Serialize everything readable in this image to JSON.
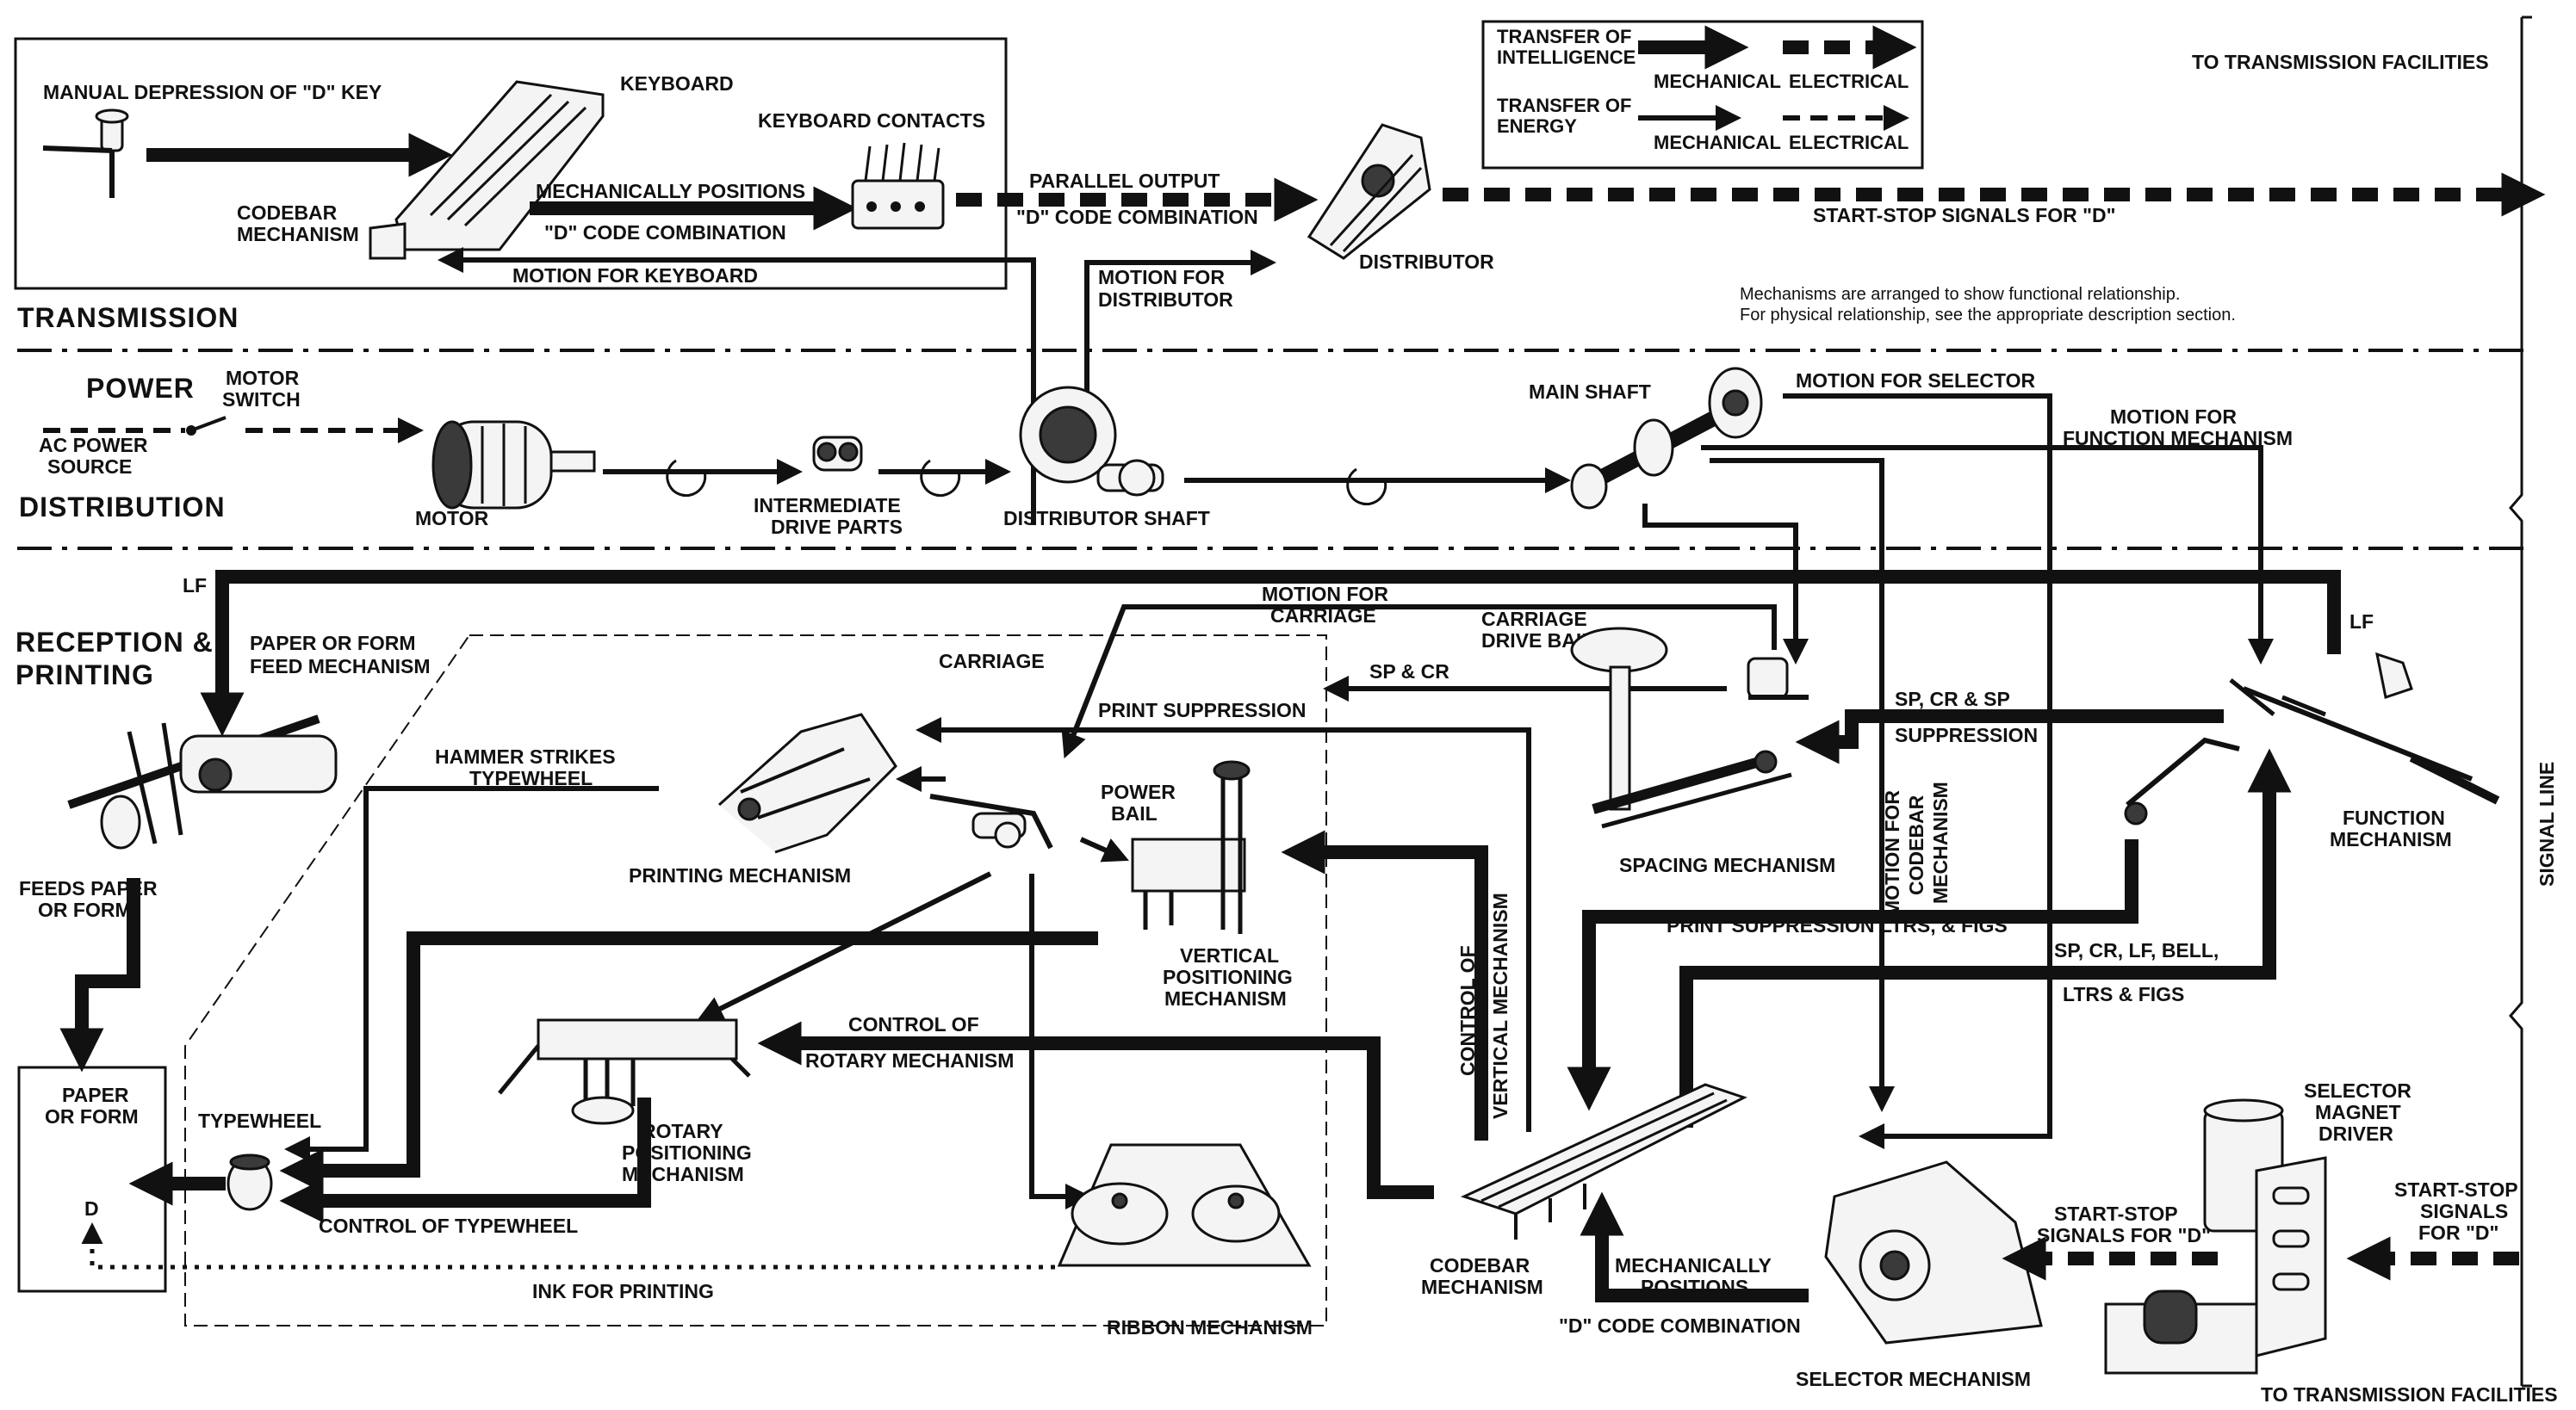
{
  "legend": {
    "row1_label": "TRANSFER OF\nINTELLIGENCE",
    "row2_label": "TRANSFER OF\nENERGY",
    "mechanical": "MECHANICAL",
    "electrical": "ELECTRICAL"
  },
  "sections": {
    "transmission": "TRANSMISSION",
    "power": "POWER",
    "distribution": "DISTRIBUTION",
    "reception": "RECEPTION &",
    "printing": "PRINTING",
    "signal_line": "SIGNAL LINE"
  },
  "note": {
    "line1": "Mechanisms are arranged to show functional relationship.",
    "line2": "For physical relationship, see the appropriate description section."
  },
  "labels": {
    "to_transmission_top": "TO TRANSMISSION FACILITIES",
    "to_transmission_bottom": "TO TRANSMISSION FACILITIES",
    "manual_depression": "MANUAL DEPRESSION OF \"D\" KEY",
    "keyboard": "KEYBOARD",
    "keyboard_contacts": "KEYBOARD CONTACTS",
    "codebar_mechanism_kb_1": "CODEBAR",
    "codebar_mechanism_kb_2": "MECHANISM",
    "mech_positions_1": "MECHANICALLY POSITIONS",
    "mech_positions_2": "\"D\" CODE COMBINATION",
    "motion_for_keyboard": "MOTION FOR KEYBOARD",
    "parallel_output_1": "PARALLEL OUTPUT",
    "parallel_output_2": "\"D\" CODE COMBINATION",
    "motion_for_distributor_1": "MOTION FOR",
    "motion_for_distributor_2": "DISTRIBUTOR",
    "distributor": "DISTRIBUTOR",
    "start_stop_signals_d": "START-STOP SIGNALS FOR \"D\"",
    "motor_switch_1": "MOTOR",
    "motor_switch_2": "SWITCH",
    "ac_power_1": "AC POWER",
    "ac_power_2": "SOURCE",
    "motor": "MOTOR",
    "intermediate_1": "INTERMEDIATE",
    "intermediate_2": "DRIVE PARTS",
    "distributor_shaft": "DISTRIBUTOR SHAFT",
    "main_shaft": "MAIN SHAFT",
    "motion_for_selector": "MOTION FOR SELECTOR",
    "motion_for_function_1": "MOTION FOR",
    "motion_for_function_2": "FUNCTION MECHANISM",
    "lf_left": "LF",
    "lf_right": "LF",
    "paper_feed_1": "PAPER OR FORM",
    "paper_feed_2": "FEED MECHANISM",
    "motion_for_carriage_1": "MOTION FOR",
    "motion_for_carriage_2": "CARRIAGE",
    "carriage": "CARRIAGE",
    "carriage_drive_bail_1": "CARRIAGE",
    "carriage_drive_bail_2": "DRIVE BAIL",
    "sp_cr": "SP & CR",
    "print_suppression_top": "PRINT SUPPRESSION",
    "hammer_strikes_1": "HAMMER STRIKES",
    "hammer_strikes_2": "TYPEWHEEL",
    "power_bail_1": "POWER",
    "power_bail_2": "BAIL",
    "printing_mechanism": "PRINTING MECHANISM",
    "vertical_pos_1": "VERTICAL",
    "vertical_pos_2": "POSITIONING",
    "vertical_pos_3": "MECHANISM",
    "control_vertical_1": "CONTROL OF",
    "control_vertical_2": "VERTICAL MECHANISM",
    "spacing_mechanism": "SPACING MECHANISM",
    "sp_cr_sp_1": "SP, CR & SP",
    "sp_cr_sp_2": "SUPPRESSION",
    "motion_codebar_1": "MOTION FOR",
    "motion_codebar_2": "CODEBAR",
    "motion_codebar_3": "MECHANISM",
    "function_mechanism_1": "FUNCTION",
    "function_mechanism_2": "MECHANISM",
    "feeds_paper_1": "FEEDS PAPER",
    "feeds_paper_2": "OR FORM",
    "print_suppression_ltrs": "PRINT SUPPRESSION  LTRS, & FIGS",
    "sp_cr_lf_bell": "SP, CR, LF, BELL,",
    "ltrs_figs": "LTRS & FIGS",
    "control_rotary_1": "CONTROL OF",
    "control_rotary_2": "ROTARY MECHANISM",
    "paper_or_form_1": "PAPER",
    "paper_or_form_2": "OR FORM",
    "typewheel": "TYPEWHEEL",
    "rotary_pos_1": "ROTARY",
    "rotary_pos_2": "POSITIONING",
    "rotary_pos_3": "MECHANISM",
    "d_char": "D",
    "control_typewheel": "CONTROL OF TYPEWHEEL",
    "ink_for_printing": "INK FOR PRINTING",
    "ribbon_mechanism": "RIBBON MECHANISM",
    "codebar_mech_rx_1": "CODEBAR",
    "codebar_mech_rx_2": "MECHANISM",
    "mech_positions_rx_1": "MECHANICALLY",
    "mech_positions_rx_2": "POSITIONS",
    "mech_positions_rx_3": "\"D\" CODE COMBINATION",
    "selector_mechanism": "SELECTOR MECHANISM",
    "selector_magnet_1": "SELECTOR",
    "selector_magnet_2": "MAGNET",
    "selector_magnet_3": "DRIVER",
    "start_stop_left_1": "START-STOP",
    "start_stop_left_2": "SIGNALS FOR \"D\"",
    "start_stop_right_1": "START-STOP",
    "start_stop_right_2": "SIGNALS",
    "start_stop_right_3": "FOR \"D\""
  }
}
